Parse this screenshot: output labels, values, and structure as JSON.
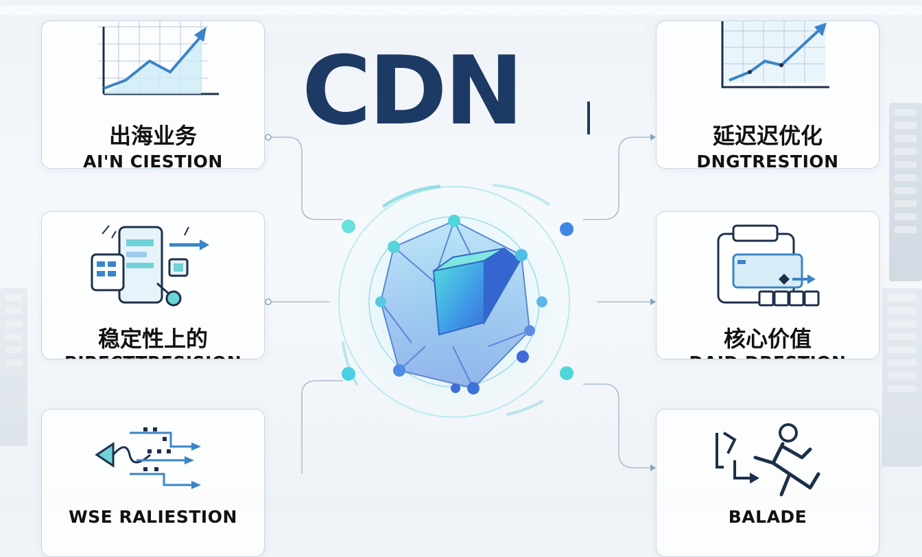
{
  "title": "CDN",
  "colors": {
    "title": "#1d3a64",
    "accent_blue": "#3a7bd5",
    "accent_cyan": "#4fd6d8",
    "card_border": "#c9d6e3"
  },
  "cards": [
    {
      "id": "overseas",
      "cn": "出海业务",
      "en": "AI'N CIESTION",
      "icon": "growth-chart-icon"
    },
    {
      "id": "stability",
      "cn": "稳定性上的",
      "en": "BIRECTTRESISION",
      "icon": "dashboard-flow-icon"
    },
    {
      "id": "network",
      "cn": "",
      "en": "WSE RALIESTION",
      "icon": "network-routing-icon"
    },
    {
      "id": "latency",
      "cn": "延迟迟优化",
      "en": "DNGTRESTION",
      "icon": "trend-chart-icon"
    },
    {
      "id": "core-value",
      "cn": "核心价值",
      "en": "DAID DRESTION",
      "icon": "server-pipeline-icon"
    },
    {
      "id": "balance",
      "cn": "",
      "en": "BALADE",
      "icon": "running-person-icon"
    }
  ]
}
